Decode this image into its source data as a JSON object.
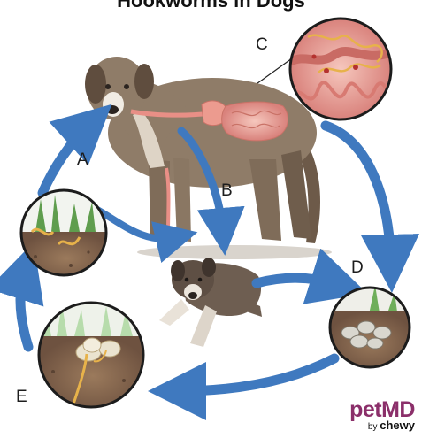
{
  "title": "Hookworms in Dogs",
  "labels": {
    "a": "A",
    "b": "B",
    "c": "C",
    "d": "D",
    "e": "E"
  },
  "brand": {
    "name": "petMD",
    "by": "by",
    "partner": "chewy"
  },
  "artist_signature": "",
  "colors": {
    "arrow": "#3f79bf",
    "dog_coat": "#8f7c68",
    "soil": "#8a6a50",
    "worm": "#e7b24a",
    "intestine": "#e88f86",
    "brand": "#8b2f6a"
  },
  "icons": [
    "arrow-icon"
  ]
}
